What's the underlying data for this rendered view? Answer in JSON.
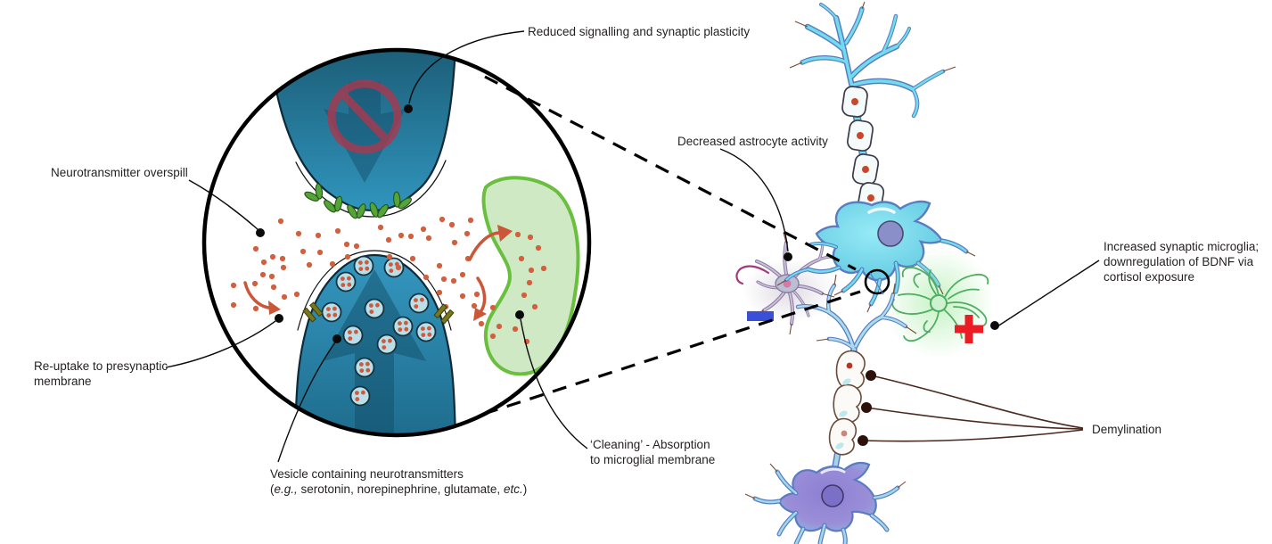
{
  "labels": {
    "reduced_signalling": "Reduced signalling and synaptic plasticity",
    "overspill": "Neurotransmitter overspill",
    "reuptake": "Re-uptake to presynaptic\nmembrane",
    "vesicle": {
      "line1": "Vesicle containing neurotransmitters",
      "open": "(",
      "eg": "e.g.,",
      "mid": " serotonin, norepinephrine, glutamate, ",
      "etc": "etc.",
      "close": ")"
    },
    "cleaning": "‘Cleaning’ - Absorption\nto microglial membrane",
    "astrocyte": "Decreased astrocyte activity",
    "microglia": "Increased synaptic microglia;\ndownregulation of BDNF via\ncortisol exposure",
    "demyelination": "Demylination"
  },
  "symbols": {
    "decrease": "minus-sign",
    "increase": "plus-sign"
  },
  "colors": {
    "decrease_symbol": "#3a4ed8",
    "increase_symbol": "#ec1c24",
    "neurotransmitter_dot": "#d2603f",
    "terminal_dark": "#19566e",
    "terminal_light": "#3095bd",
    "membrane_green": "#6abf3f",
    "text": "#231f20"
  }
}
